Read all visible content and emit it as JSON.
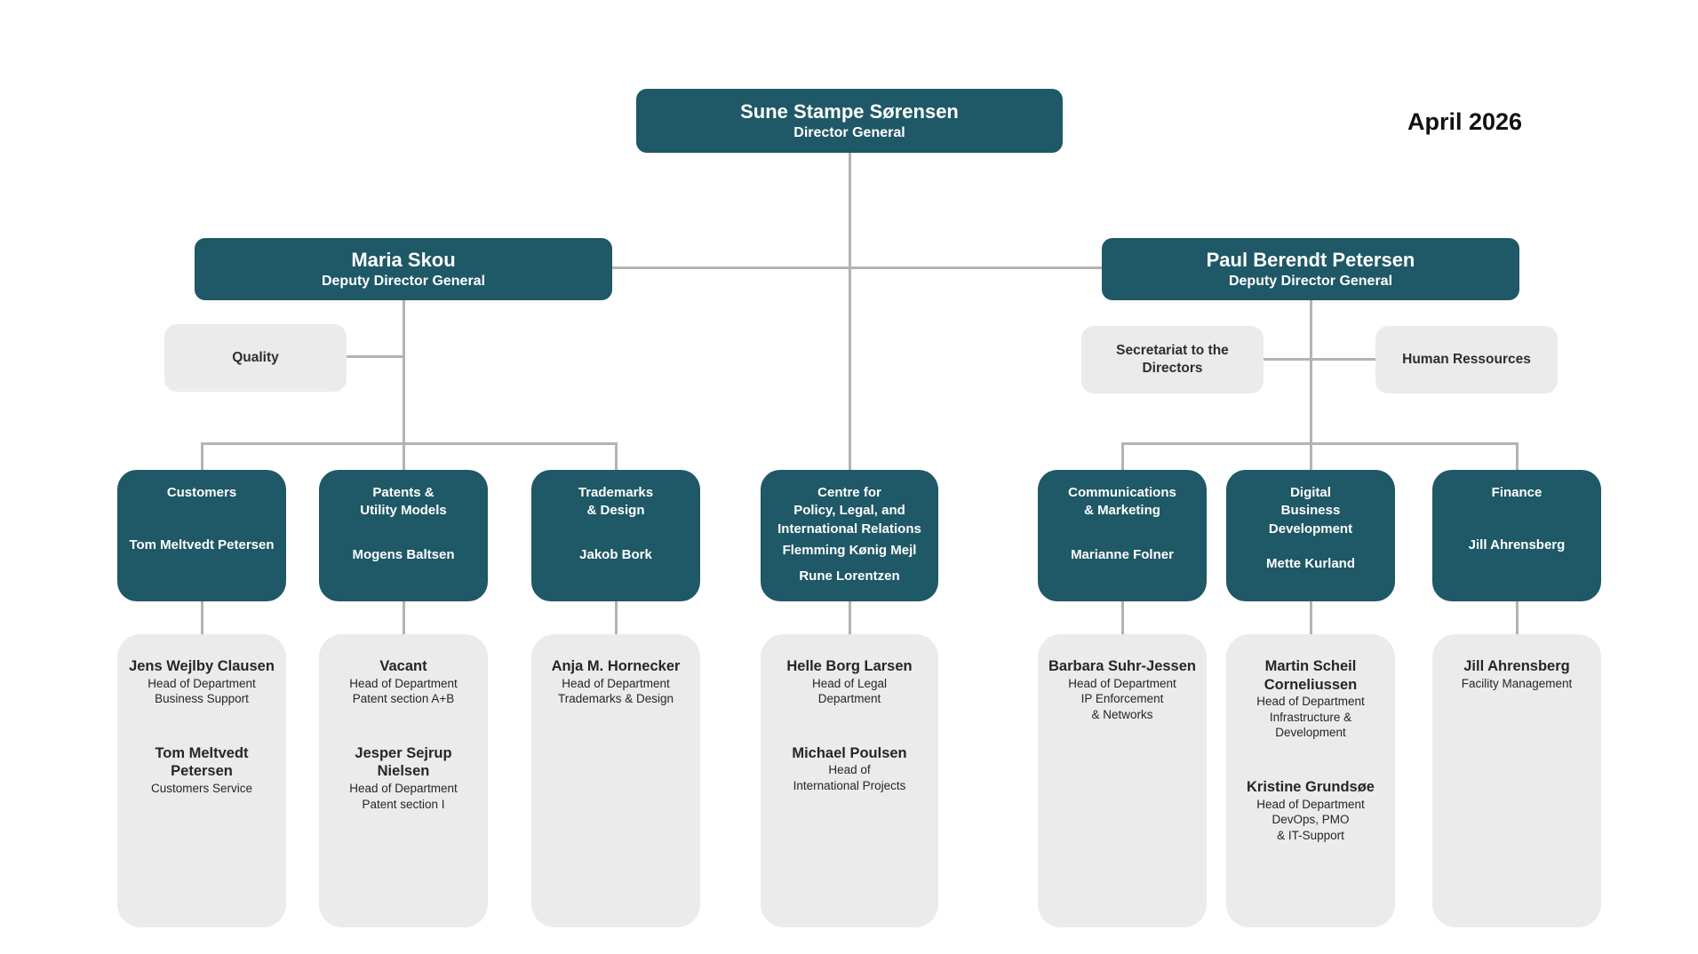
{
  "meta": {
    "date_label": "April 2026"
  },
  "colors": {
    "teal": "#1F5866",
    "panel_gray": "#EBEBEB",
    "line_gray": "#B3B3B3"
  },
  "executives": {
    "director": {
      "name": "Sune Stampe Sørensen",
      "title": "Director General"
    },
    "deputy_left": {
      "name": "Maria Skou",
      "title": "Deputy Director General"
    },
    "deputy_right": {
      "name": "Paul Berendt Petersen",
      "title": "Deputy Director General"
    }
  },
  "staff_functions": {
    "quality": {
      "label": "Quality"
    },
    "secretariat": {
      "label": "Secretariat to the Directors"
    },
    "human_resources": {
      "label": "Human Ressources"
    }
  },
  "departments": [
    {
      "id": "customers",
      "title_lines": [
        "Customers"
      ],
      "leads": [
        "Tom Meltvedt Petersen"
      ],
      "staff": [
        {
          "name": "Jens Wejlby Clausen",
          "role_lines": [
            "Head of Department",
            "Business Support"
          ]
        },
        {
          "name": "Tom Meltvedt Petersen",
          "role_lines": [
            "Customers Service"
          ]
        }
      ]
    },
    {
      "id": "patents-utility-models",
      "title_lines": [
        "Patents &",
        "Utility Models"
      ],
      "leads": [
        "Mogens Baltsen"
      ],
      "staff": [
        {
          "name": "Vacant",
          "role_lines": [
            "Head of Department",
            "Patent section A+B"
          ]
        },
        {
          "name": "Jesper Sejrup Nielsen",
          "role_lines": [
            "Head of Department",
            "Patent section I"
          ]
        }
      ]
    },
    {
      "id": "trademarks-design",
      "title_lines": [
        "Trademarks",
        "& Design"
      ],
      "leads": [
        "Jakob Bork"
      ],
      "staff": [
        {
          "name": "Anja M. Hornecker",
          "role_lines": [
            "Head of Department",
            "Trademarks & Design"
          ]
        }
      ]
    },
    {
      "id": "centre-policy-legal-international-relations",
      "title_lines": [
        "Centre for",
        "Policy, Legal, and",
        "International Relations"
      ],
      "leads": [
        "Flemming Kønig Mejl",
        "Rune Lorentzen"
      ],
      "staff": [
        {
          "name": "Helle Borg Larsen",
          "role_lines": [
            "Head of Legal",
            "Department"
          ]
        },
        {
          "name": "Michael Poulsen",
          "role_lines": [
            "Head of",
            "International Projects"
          ]
        }
      ]
    },
    {
      "id": "communications-marketing",
      "title_lines": [
        "Communications",
        "& Marketing"
      ],
      "leads": [
        "Marianne Folner"
      ],
      "staff": [
        {
          "name": "Barbara Suhr-Jessen",
          "role_lines": [
            "Head of Department",
            "IP Enforcement",
            "& Networks"
          ]
        }
      ]
    },
    {
      "id": "digital-business-development",
      "title_lines": [
        "Digital",
        "Business",
        "Development"
      ],
      "leads": [
        "Mette Kurland"
      ],
      "staff": [
        {
          "name": "Martin Scheil Corneliussen",
          "role_lines": [
            "Head of Department",
            "Infrastructure &",
            "Development"
          ]
        },
        {
          "name": "Kristine Grundsøe",
          "role_lines": [
            "Head of Department",
            "DevOps, PMO",
            "& IT-Support"
          ]
        }
      ]
    },
    {
      "id": "finance",
      "title_lines": [
        "Finance"
      ],
      "leads": [
        "Jill Ahrensberg"
      ],
      "staff": [
        {
          "name": "Jill Ahrensberg",
          "role_lines": [
            "Facility Management"
          ]
        }
      ]
    }
  ]
}
